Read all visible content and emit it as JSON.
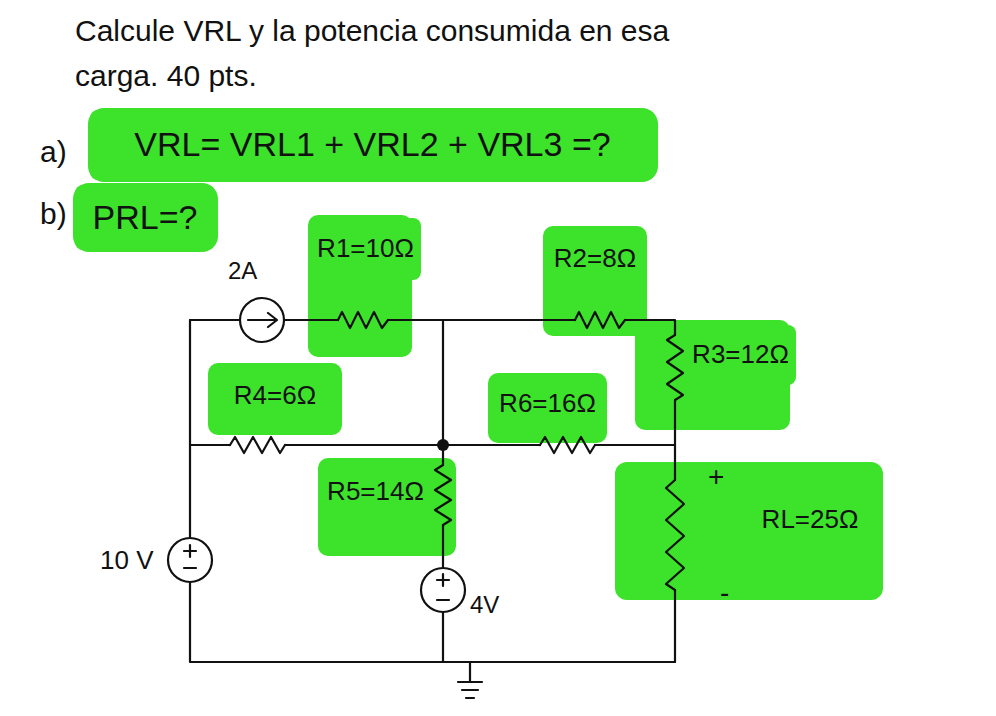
{
  "diagram": {
    "title": "Calcule VRL y la potencia consumida en esa carga. 40 pts.",
    "nodes": [
      {
        "text": [
          "VRL= VRL1 + VRL2 + VRL3 =?"
        ]
      },
      {
        "text": [
          "PRL=?"
        ]
      },
      {
        "text": [
          "R1=10Ω"
        ]
      },
      {
        "text": [
          "R2=8Ω"
        ]
      },
      {
        "text": [
          "R3=12Ω"
        ]
      },
      {
        "text": [
          "R4=6Ω"
        ]
      },
      {
        "text": [
          "R6=16Ω"
        ]
      },
      {
        "text": [
          "R5=14Ω"
        ]
      },
      {
        "text": [
          "RL=25Ω"
        ]
      }
    ],
    "labels": [
      "a)",
      "b)",
      "2A",
      "10 V",
      "4V",
      "+",
      "-"
    ]
  }
}
